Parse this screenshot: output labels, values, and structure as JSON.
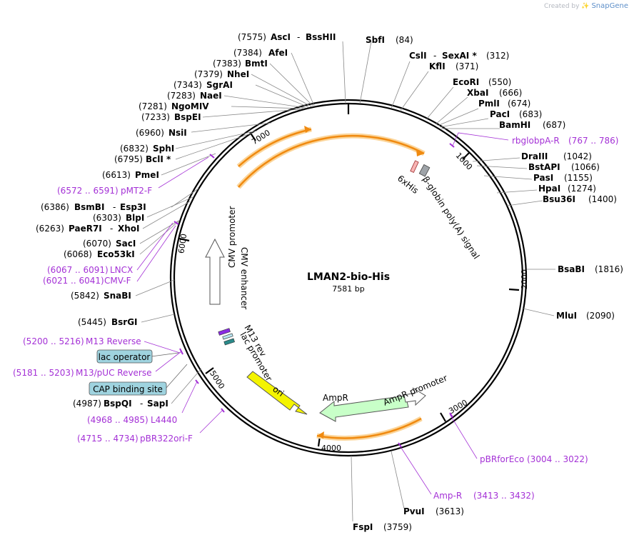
{
  "credit": {
    "prefix": "Created by",
    "brand": "SnapGene"
  },
  "plasmid": {
    "name": "LMAN2-bio-His",
    "length_label": "7581 bp",
    "length": 7581
  },
  "ticks": [
    "1000",
    "2000",
    "3000",
    "4000",
    "5000",
    "6000",
    "7000"
  ],
  "enzymes": [
    {
      "pos": "(7575)",
      "name": "AscI",
      "sep": "-",
      "name2": "BssHII"
    },
    {
      "pos": "(84)",
      "name": "SbfI"
    },
    {
      "pos": "(312)",
      "name": "CslI",
      "sep": "-",
      "name2": "SexAI *"
    },
    {
      "pos": "(371)",
      "name": "KflI"
    },
    {
      "pos": "(550)",
      "name": "EcoRI"
    },
    {
      "pos": "(666)",
      "name": "XbaI"
    },
    {
      "pos": "(674)",
      "name": "PmlI"
    },
    {
      "pos": "(683)",
      "name": "PacI"
    },
    {
      "pos": "(687)",
      "name": "BamHI"
    },
    {
      "pos": "(1042)",
      "name": "DraIII"
    },
    {
      "pos": "(1066)",
      "name": "BstAPI"
    },
    {
      "pos": "(1155)",
      "name": "PasI"
    },
    {
      "pos": "(1274)",
      "name": "HpaI"
    },
    {
      "pos": "(1400)",
      "name": "Bsu36I"
    },
    {
      "pos": "(1816)",
      "name": "BsaBI"
    },
    {
      "pos": "(2090)",
      "name": "MluI"
    },
    {
      "pos": "(3613)",
      "name": "PvuI"
    },
    {
      "pos": "(3759)",
      "name": "FspI"
    },
    {
      "pos": "(7384)",
      "name": "AfeI"
    },
    {
      "pos": "(7383)",
      "name": "BmtI"
    },
    {
      "pos": "(7379)",
      "name": "NheI"
    },
    {
      "pos": "(7343)",
      "name": "SgrAI"
    },
    {
      "pos": "(7283)",
      "name": "NaeI"
    },
    {
      "pos": "(7281)",
      "name": "NgoMIV"
    },
    {
      "pos": "(7233)",
      "name": "BspEI"
    },
    {
      "pos": "(6960)",
      "name": "NsiI"
    },
    {
      "pos": "(6832)",
      "name": "SphI"
    },
    {
      "pos": "(6795)",
      "name": "BclI *"
    },
    {
      "pos": "(6613)",
      "name": "PmeI"
    },
    {
      "pos": "(6386)",
      "name": "BsmBI",
      "sep": "-",
      "name2": "Esp3I"
    },
    {
      "pos": "(6303)",
      "name": "BlpI"
    },
    {
      "pos": "(6263)",
      "name": "PaeR7I",
      "sep": "-",
      "name2": "XhoI"
    },
    {
      "pos": "(6070)",
      "name": "SacI"
    },
    {
      "pos": "(6068)",
      "name": "Eco53kI"
    },
    {
      "pos": "(5842)",
      "name": "SnaBI"
    },
    {
      "pos": "(5445)",
      "name": "BsrGI"
    },
    {
      "pos": "(4987)",
      "name": "BspQI",
      "sep": "-",
      "name2": "SapI"
    }
  ],
  "primers": [
    {
      "name": "rbglobpA-R",
      "range": "(767 .. 786)"
    },
    {
      "name": "pBRforEco",
      "range": "(3004 .. 3022)"
    },
    {
      "name": "Amp-R",
      "range": "(3413 .. 3432)"
    },
    {
      "name": "pBR322ori-F",
      "range": "(4715 .. 4734)"
    },
    {
      "name": "L4440",
      "range": "(4968 .. 4985)"
    },
    {
      "name": "M13/pUC Reverse",
      "range": "(5181 .. 5203)"
    },
    {
      "name": "M13 Reverse",
      "range": "(5200 .. 5216)"
    },
    {
      "name": "CMV-F",
      "range": "(6021 .. 6041)"
    },
    {
      "name": "LNCX",
      "range": "(6067 .. 6091)"
    },
    {
      "name": "pMT2-F",
      "range": "(6572 .. 6591)"
    }
  ],
  "boxed_features": [
    "lac operator",
    "CAP binding site"
  ],
  "features": {
    "his": "6xHis",
    "polya": "β-globin poly(A) signal",
    "cmv_promoter": "CMV promoter",
    "cmv_enhancer": "CMV enhancer",
    "m13rev": "M13 rev",
    "lac_promoter": "lac promoter",
    "ori": "ori",
    "ampr": "AmpR",
    "ampr_promoter": "AmpR promoter"
  },
  "colors": {
    "orf": "#f08a10",
    "orf_glow": "#fbd59a",
    "primer": "#a431d6",
    "ori": "#f4f400",
    "ampr": "#c8ffc8",
    "cmv": "#ffffff",
    "boxed": "#9fd3df"
  }
}
